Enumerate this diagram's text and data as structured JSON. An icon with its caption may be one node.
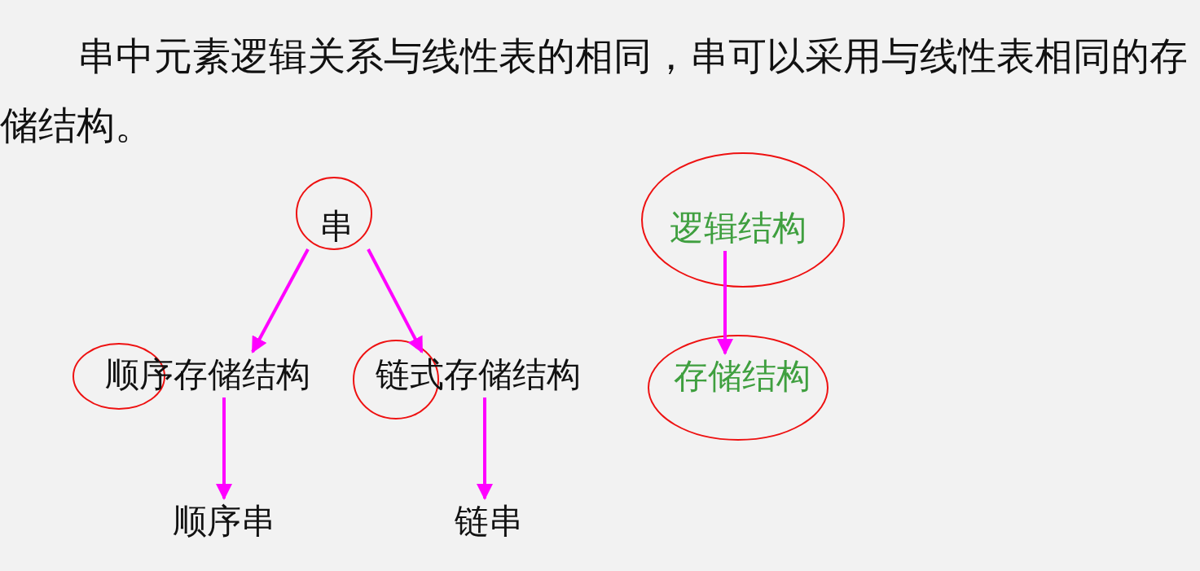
{
  "diagram": {
    "nodes": [
      {
        "text": [
          "串"
        ]
      },
      {
        "text": [
          "顺序存储结构"
        ]
      },
      {
        "text": [
          "链式存储结构"
        ]
      },
      {
        "text": [
          "顺序串"
        ]
      },
      {
        "text": [
          "链串"
        ]
      },
      {
        "text": [
          "逻辑结构"
        ]
      },
      {
        "text": [
          "存储结构"
        ]
      }
    ],
    "edges": [
      {
        "from": 0,
        "to": 1,
        "arrow": "to"
      },
      {
        "from": 0,
        "to": 2,
        "arrow": "to"
      },
      {
        "from": 1,
        "to": 3,
        "arrow": "to"
      },
      {
        "from": 2,
        "to": 4,
        "arrow": "to"
      },
      {
        "from": 5,
        "to": 6,
        "arrow": "to"
      }
    ],
    "labels": [
      "串中元素逻辑关系与线性表的相同，串可以采用与线性表相同的存储结构。"
    ]
  }
}
